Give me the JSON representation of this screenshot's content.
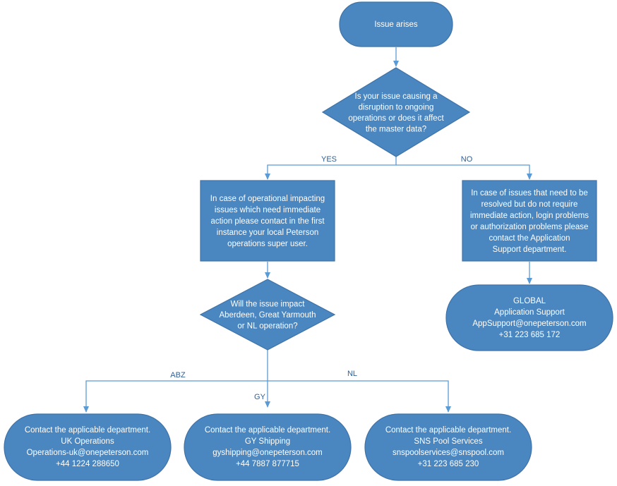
{
  "nodes": {
    "start": {
      "lines": [
        "Issue arises"
      ]
    },
    "q1": {
      "lines": [
        "Is your issue causing a",
        "disruption to ongoing",
        "operations or does it affect",
        "the master data?"
      ]
    },
    "yes_box": {
      "lines": [
        "In case of operational impacting",
        "issues which need immediate",
        "action please contact in the first",
        "instance your local Peterson",
        "operations super user."
      ]
    },
    "no_box": {
      "lines": [
        "In case of issues that need to be",
        "resolved but do not require",
        "immediate action, login problems",
        "or authorization problems please",
        "contact the Application",
        "Support department."
      ]
    },
    "global": {
      "lines": [
        "GLOBAL",
        "Application Support",
        "AppSupport@onepeterson.com",
        "+31 223 685 172"
      ]
    },
    "q2": {
      "lines": [
        "Will the issue impact",
        "Aberdeen, Great Yarmouth",
        "or NL operation?"
      ]
    },
    "uk": {
      "lines": [
        "Contact the applicable department.",
        "UK Operations",
        "Operations-uk@onepeterson.com",
        "+44 1224 288650"
      ]
    },
    "gy": {
      "lines": [
        "Contact the applicable department.",
        "GY Shipping",
        "gyshipping@onepeterson.com",
        "+44 7887 877715"
      ]
    },
    "nl": {
      "lines": [
        "Contact the applicable department.",
        "SNS Pool Services",
        "snspoolservices@snspool.com",
        "+31 223 685 230"
      ]
    }
  },
  "edge_labels": {
    "yes": "YES",
    "no": "NO",
    "abz": "ABZ",
    "gy": "GY",
    "nl": "NL"
  },
  "colors": {
    "node_fill": "#4a86c0",
    "node_stroke": "#3f73a8",
    "connector": "#5b9bd5",
    "node_text": "#ffffff",
    "label_text": "#2e5f96"
  }
}
